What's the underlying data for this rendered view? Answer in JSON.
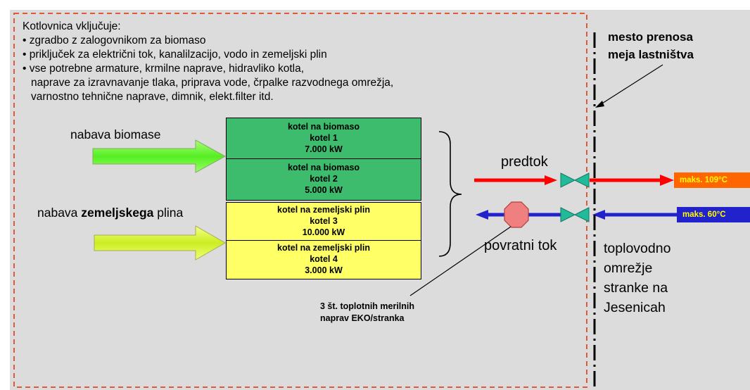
{
  "intro": {
    "heading": "Kotlovnica vključuje:",
    "bullets": [
      "• zgradbo z zalogovnikom za biomaso",
      "• priključek za električni tok, kanalilzacijo, vodo in zemeljski plin",
      "• vse potrebne armature, krmilne naprave, hidravliko kotla,"
    ],
    "continuation": [
      "naprave za izravnavanje tlaka, priprava vode, črpalke razvodnega omrežja,",
      "varnostno tehnične naprave, dimnik, elekt.filter itd."
    ]
  },
  "supply": {
    "biomass": "nabava biomase",
    "gas_prefix": "nabava ",
    "gas_bold": "zemeljskega",
    "gas_suffix": " plina"
  },
  "boilers": [
    {
      "type": "kotel na biomaso",
      "name": "kotel 1",
      "power": "7.000 kW",
      "color": "#3cbc6c"
    },
    {
      "type": "kotel na biomaso",
      "name": "kotel 2",
      "power": "5.000 kW",
      "color": "#3cbc6c"
    },
    {
      "type": "kotel na zemeljski plin",
      "name": "kotel 3",
      "power": "10.000 kW",
      "color": "#ffff66"
    },
    {
      "type": "kotel na zemeljski plin",
      "name": "kotel 4",
      "power": "3.000 kW",
      "color": "#ffff66"
    }
  ],
  "flows": {
    "supply_label": "predtok",
    "return_label": "povratni tok",
    "supply_color": "#ff0000",
    "return_color": "#2222cc",
    "valve_color": "#22bb99",
    "meter_color": "#f08080"
  },
  "meters_note": [
    "3 št. toplotnih merilnih",
    "naprav EKO/stranka"
  ],
  "transfer": [
    "mesto prenosa",
    "meja lastništva"
  ],
  "network": [
    "toplovodno",
    "omrežje",
    "stranke na",
    "Jesenicah"
  ],
  "temps": {
    "max_supply": "maks. 109°C",
    "max_return": "maks. 60°C",
    "supply_badge_color": "#ff6600",
    "return_badge_color": "#2222cc",
    "badge_text_color": "#ffff00"
  },
  "colors": {
    "background": "#dcdcdc",
    "boundary": "#e05a3a",
    "arrow_fill": "#66ff33",
    "arrow_gas": "#ddff44"
  }
}
